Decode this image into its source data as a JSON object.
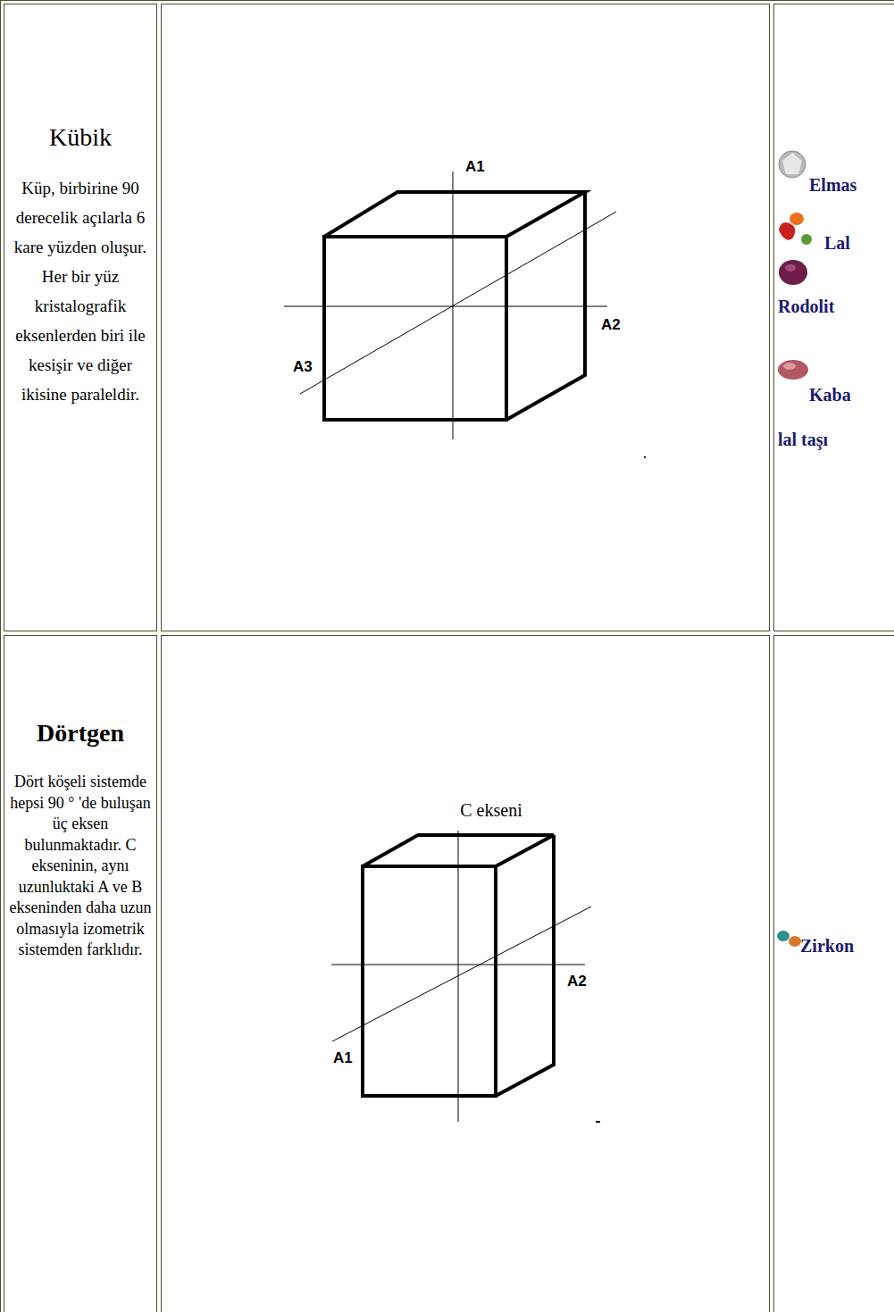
{
  "diagram": {
    "nodes": [
      {
        "text": [
          "Kübik",
          "Küp, birbirine 90 derecelik açılarla 6 kare yüzden oluşur. Her bir yüz kristalografik eksenlerden biri ile kesişir ve diğer ikisine paraleldir."
        ]
      },
      {
        "text": [
          "A1",
          "A2",
          "A3"
        ]
      },
      {
        "text": [
          "Elmas",
          "Lal",
          "Rodolit",
          "Kaba lal taşı"
        ]
      },
      {
        "text": [
          "Dörtgen",
          "Dört köşeli sistemde hepsi 90 ° 'de buluşan üç eksen bulunmaktadır. C ekseninin, aynı uzunluktaki A ve B ekseninden daha uzun olmasıyla izometrik sistemden farklıdır."
        ]
      },
      {
        "text": [
          "C ekseni",
          "A2",
          "A1"
        ]
      },
      {
        "text": [
          "Zirkon"
        ]
      }
    ]
  }
}
